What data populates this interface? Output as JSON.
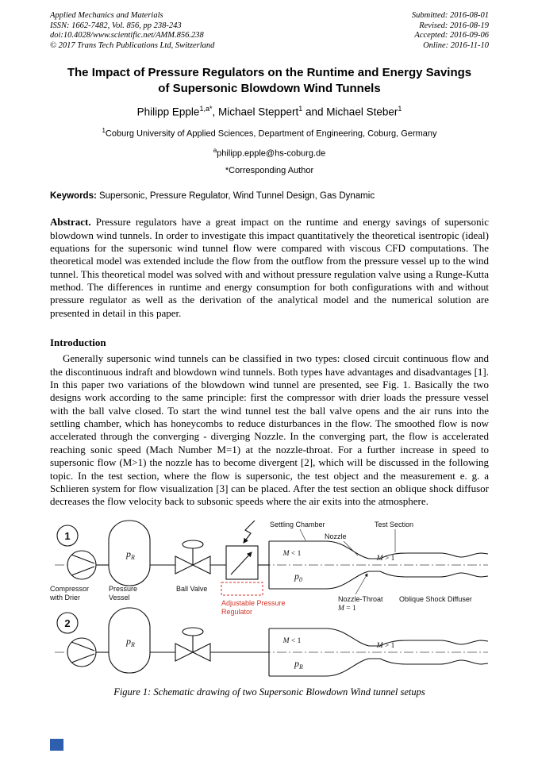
{
  "colors": {
    "regulator_red": "#d03228",
    "footer_blue": "#2e5fae",
    "text": "#000000",
    "page_background": "#ffffff"
  },
  "header": {
    "journal": "Applied Mechanics and Materials",
    "issn_line": "ISSN: 1662-7482, Vol. 856, pp 238-243",
    "doi_line": "doi:10.4028/www.scientific.net/AMM.856.238",
    "copyright_line": "© 2017 Trans Tech Publications Ltd, Switzerland",
    "submitted": "Submitted: 2016-08-01",
    "revised": "Revised: 2016-08-19",
    "accepted": "Accepted: 2016-09-06",
    "online": "Online: 2016-11-10"
  },
  "title": {
    "line1": "The Impact of Pressure Regulators on the Runtime and Energy Savings",
    "line2": "of Supersonic Blowdown Wind Tunnels"
  },
  "authors": {
    "author1": "Philipp Epple",
    "author1_sup": "1,a*",
    "author2": ", Michael Steppert",
    "author2_sup": "1",
    "author3": " and Michael Steber",
    "author3_sup": "1"
  },
  "affiliation": {
    "sup": "1",
    "text": "Coburg University of Applied Sciences, Department of Engineering, Coburg, Germany"
  },
  "email": {
    "sup": "a",
    "text": "philipp.epple@hs-coburg.de"
  },
  "corresponding": "*Corresponding Author",
  "keywords": {
    "label": "Keywords:",
    "text": " Supersonic, Pressure Regulator, Wind Tunnel Design, Gas Dynamic"
  },
  "abstract": {
    "label": "Abstract.",
    "text": " Pressure regulators have a great impact on the runtime and energy savings of supersonic blowdown wind tunnels. In order to investigate this impact quantitatively the theoretical isentropic (ideal) equations for the supersonic wind tunnel flow were compared with viscous CFD computations. The theoretical model was extended include the flow from the outflow from the pressure vessel up to the wind tunnel. This theoretical model was solved with and without pressure regulation valve using a Runge-Kutta method. The differences in runtime and energy consumption for both configurations with and without pressure regulator as well as the derivation of the analytical model and the numerical solution are presented in detail in this paper."
  },
  "introduction": {
    "heading": "Introduction",
    "paragraph": "Generally supersonic wind tunnels can be classified in two types: closed circuit continuous flow and the discontinuous indraft and blowdown wind tunnels. Both types have advantages and disadvantages [1]. In this paper two variations of the blowdown wind tunnel are presented, see Fig. 1. Basically the two designs work according to the same principle: first the compressor with drier loads the pressure vessel with the ball valve closed. To start the wind tunnel test the ball valve opens and the air runs into the settling chamber, which has honeycombs to reduce disturbances in the flow. The smoothed flow is now accelerated through the converging - diverging Nozzle. In the converging part, the flow is accelerated reaching sonic speed (Mach Number M=1) at the nozzle-throat. For a further increase in speed to supersonic flow (M>1) the nozzle has to become divergent [2], which will be discussed in the following topic. In the test section, where the flow is supersonic, the test object and the measurement e. g. a Schlieren system for flow visualization [3] can be placed. After the test section an oblique shock diffusor decreases the flow velocity back to subsonic speeds where the air exits into the atmosphere."
  },
  "figure": {
    "setup1_number": "1",
    "setup2_number": "2",
    "p": "p",
    "sub_R": "R",
    "sub_0": "0",
    "M": "M",
    "lt1": " < 1",
    "gt1": " > 1",
    "eq1": " = 1",
    "settling_chamber": "Settling Chamber",
    "nozzle": "Nozzle",
    "test_section": "Test Section",
    "nozzle_throat": "Nozzle-Throat",
    "oblique_diffuser": "Oblique Shock Diffuser",
    "compressor_label_line1": "Compressor",
    "compressor_label_line2": "with Drier",
    "vessel_label_line1": "Pressure",
    "vessel_label_line2": "Vessel",
    "ball_valve_label": "Ball Valve",
    "regulator_label_line1": "Adjustable Pressure",
    "regulator_label_line2": "Regulator",
    "caption": "Figure 1: Schematic drawing of two Supersonic Blowdown Wind tunnel setups"
  }
}
